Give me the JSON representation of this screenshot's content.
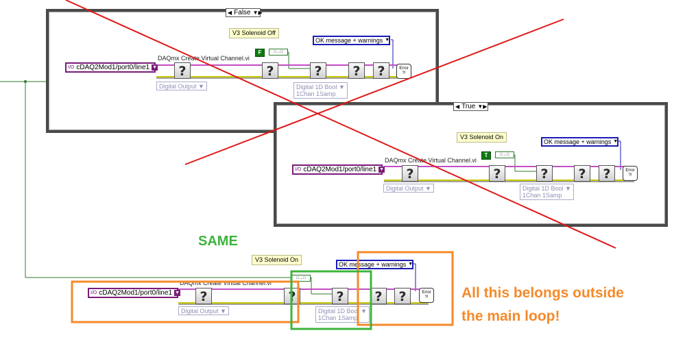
{
  "false_case": {
    "selector": "False",
    "label": "V3 Solenoid Off",
    "vi_title": "DAQmx Create Virtual Channel.vi",
    "channel_prefix": "I/O",
    "channel": "cDAQ2Mod1/port0/line1",
    "bool_const": "F",
    "ok_message": "OK message + warnings",
    "digital_output": "Digital Output",
    "digital_bool": "Digital 1D Bool",
    "chan_samp": "1Chan 1Samp",
    "error_label": "Error",
    "error_icon": "?!"
  },
  "true_case": {
    "selector": "True",
    "label": "V3 Solenoid On",
    "vi_title": "DAQmx Create Virtual Channel.vi",
    "channel_prefix": "I/O",
    "channel": "cDAQ2Mod1/port0/line1",
    "bool_const": "T",
    "ok_message": "OK message + warnings",
    "digital_output": "Digital Output",
    "digital_bool": "Digital 1D Bool",
    "chan_samp": "1Chan 1Samp",
    "error_label": "Error",
    "error_icon": "?!"
  },
  "bottom": {
    "label": "V3 Solenoid On",
    "vi_title": "DAQmx Create Virtual Channel.vi",
    "channel_prefix": "I/O",
    "channel": "cDAQ2Mod1/port0/line1",
    "ok_message": "OK message + warnings",
    "digital_output": "Digital Output",
    "digital_bool": "Digital 1D Bool",
    "chan_samp": "1Chan 1Samp",
    "error_label": "Error",
    "error_icon": "?!"
  },
  "question_glyph": "?",
  "annotations": {
    "same": "SAME",
    "outside_line1": "All this belongs outside",
    "outside_line2": "the main loop!"
  },
  "colors": {
    "case_border": "#4a4a4a",
    "wire_pink": "#c44dc4",
    "wire_green": "#2c7a2c",
    "wire_blue": "#1a1ab4",
    "wire_yellow": "#c8c800",
    "cross_red": "#e01818",
    "box_orange": "#f58a2a",
    "box_green": "#3cb43c"
  }
}
